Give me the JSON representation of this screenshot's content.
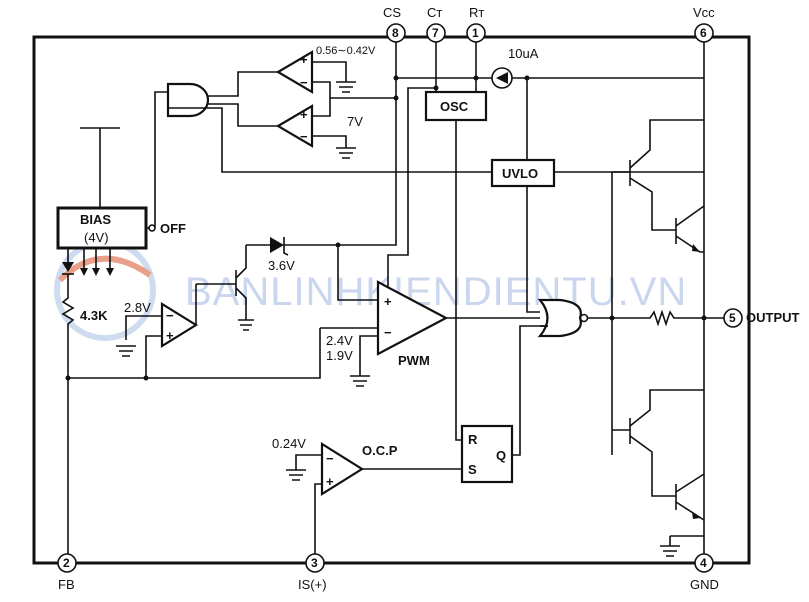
{
  "pins": {
    "cs": "CS",
    "cs_num": "8",
    "ct": "Cт",
    "ct_num": "7",
    "rt": "Rт",
    "rt_num": "1",
    "vcc": "Vcc",
    "vcc_num": "6",
    "output": "OUTPUT",
    "output_num": "5",
    "gnd": "GND",
    "gnd_num": "4",
    "fb": "FB",
    "fb_num": "2",
    "is": "IS(+)",
    "is_num": "3"
  },
  "blocks": {
    "bias": "BIAS",
    "bias_voltage": "(4V)",
    "osc": "OSC",
    "uvlo": "UVLO",
    "pwm": "PWM",
    "ocp": "O.C.P",
    "latch_r": "R",
    "latch_s": "S",
    "latch_q": "Q"
  },
  "labels": {
    "cs_threshold": "0.56∼0.42V",
    "ref_7v": "7V",
    "current_source": "10uA",
    "off": "OFF",
    "zener": "3.6V",
    "ref_2_8v": "2.8V",
    "resistor": "4.3K",
    "pwm_ref_high": "2.4V",
    "pwm_ref_low": "1.9V",
    "ocp_ref": "0.24V",
    "plus": "+",
    "minus": "−"
  },
  "watermark": "BANLINHKIENDIENTU.VN"
}
